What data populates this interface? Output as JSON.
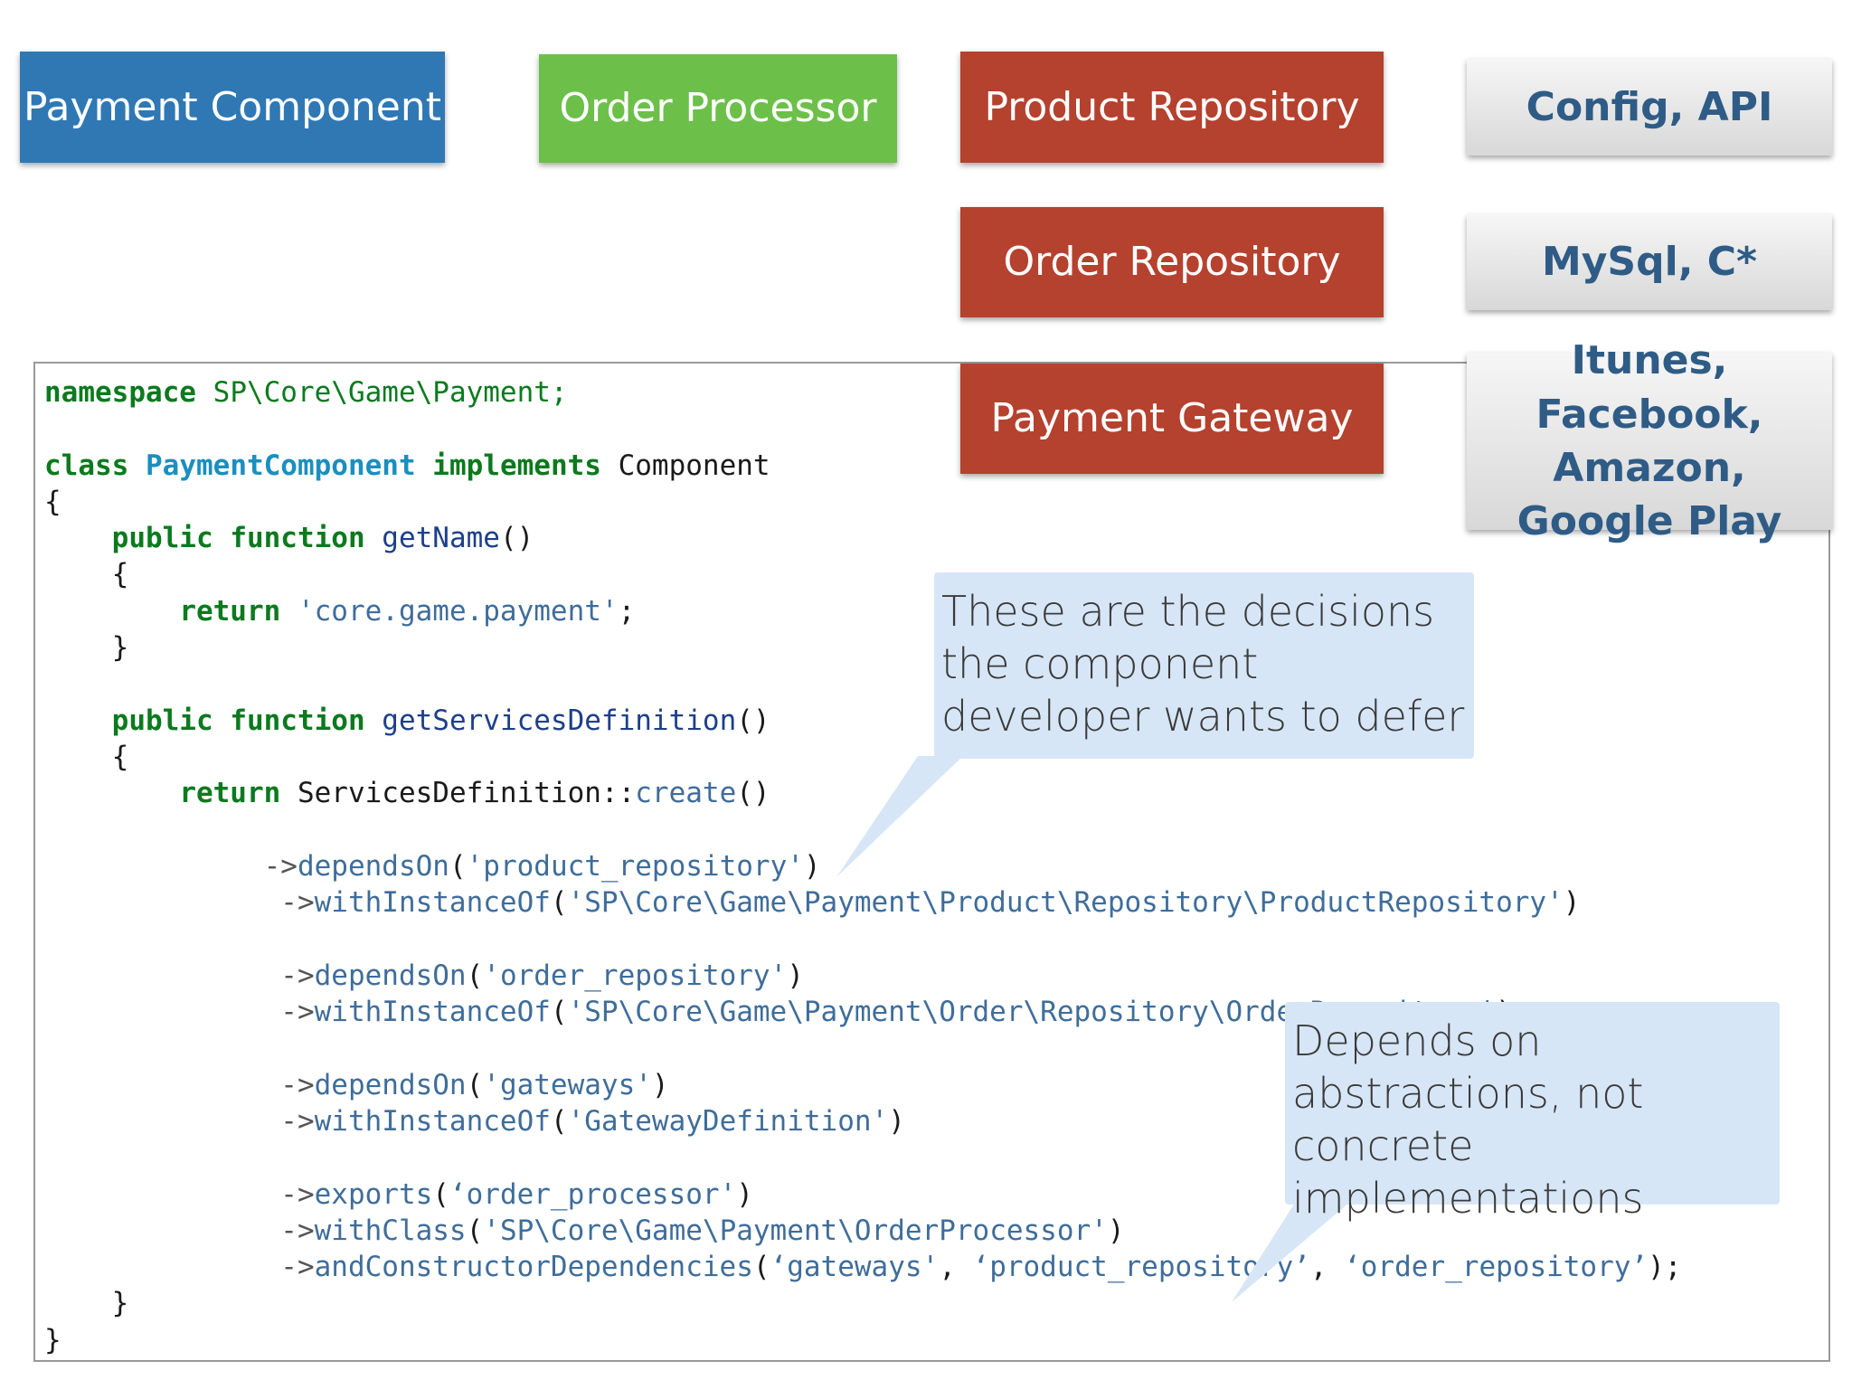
{
  "boxes": {
    "payment_component": "Payment Component",
    "order_processor": "Order Processor",
    "product_repository": "Product Repository",
    "order_repository": "Order Repository",
    "payment_gateway": "Payment Gateway",
    "config_api": "Config, API",
    "mysql": "MySql, C*",
    "stores": "Itunes, Facebook, Amazon, Google Play"
  },
  "colors": {
    "blue": "#2f78b4",
    "green": "#6cc04a",
    "red": "#b5412f",
    "gray": "#e4e4e4",
    "callout": "#d7e6f6"
  },
  "code": {
    "l1_kw": "namespace",
    "l1_rest": "SP\\Core\\Game\\Payment;",
    "l2_kw1": "class",
    "l2_cls": "PaymentComponent",
    "l2_kw2": "implements",
    "l2_iface": "Component",
    "open_brace": "{",
    "close_brace": "}",
    "public": "public",
    "function": "function",
    "return": "return",
    "m1_name": "getName",
    "m1_return": "'core.game.payment'",
    "m2_name": "getServicesDefinition",
    "sd_class": "ServicesDefinition",
    "sd_create": "create",
    "arrow": "->",
    "depends_on": "dependsOn",
    "with_instance_of": "withInstanceOf",
    "exports": "exports",
    "with_class": "withClass",
    "and_ctor_deps": "andConstructorDependencies",
    "product_repository": "'product_repository'",
    "product_repository_class": "'SP\\Core\\Game\\Payment\\Product\\Repository\\ProductRepository'",
    "order_repository": "'order_repository'",
    "order_repository_class": "'SP\\Core\\Game\\Payment\\Order\\Repository\\OrderRepository'",
    "gateways": "'gateways'",
    "gateway_definition": "'GatewayDefinition'",
    "order_processor": "‘order_processor'",
    "order_processor_class": "'SP\\Core\\Game\\Payment\\OrderProcessor'",
    "ctor_arg1": "‘gateways'",
    "ctor_arg2": "‘product_repository’",
    "ctor_arg3": "‘order_repository’"
  },
  "callouts": {
    "defer": "These are the decisions the component developer wants to defer",
    "abstractions": "Depends on abstractions, not concrete implementations"
  }
}
